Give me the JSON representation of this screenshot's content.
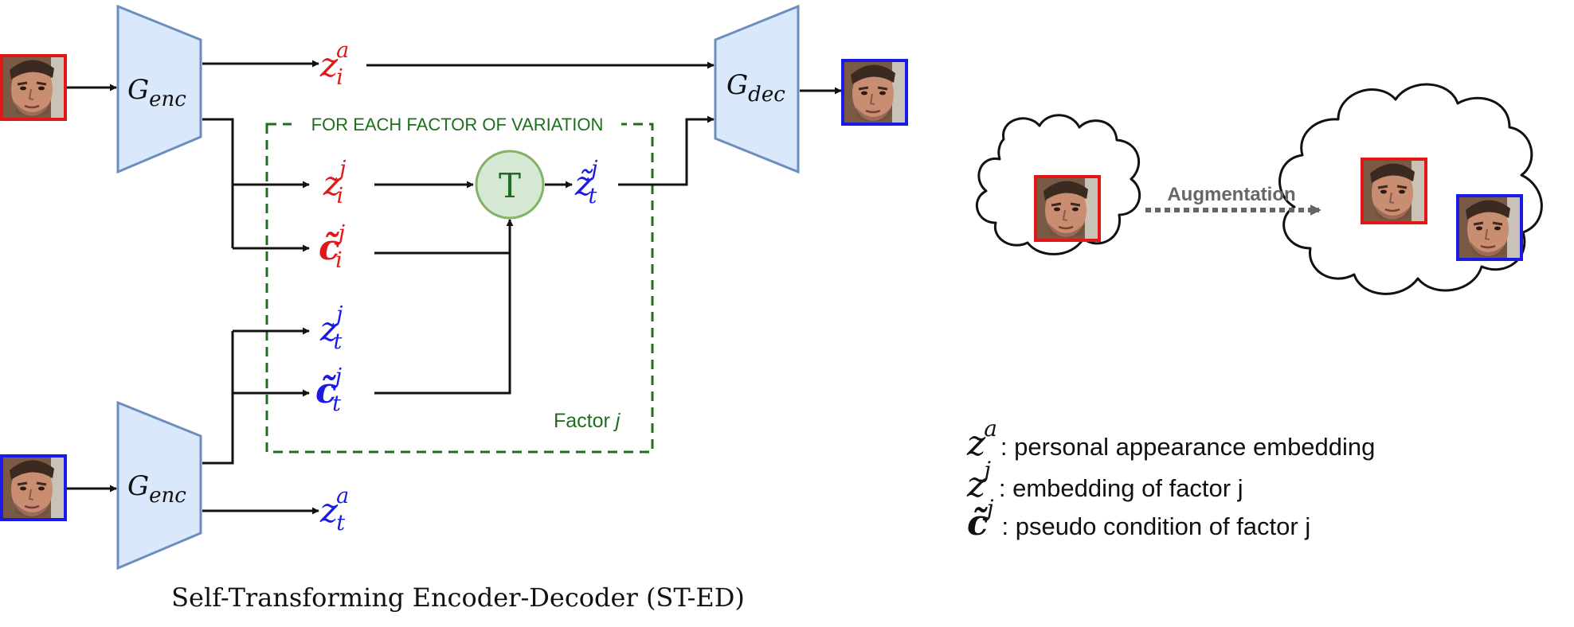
{
  "caption": "Self-Transforming Encoder-Decoder (ST-ED)",
  "encoder": {
    "base": "G",
    "sub": "enc"
  },
  "decoder": {
    "base": "G",
    "sub": "dec"
  },
  "transform": {
    "label": "T"
  },
  "factor_box": {
    "title": "FOR EACH FACTOR OF VARIATION",
    "footer_prefix": "Factor ",
    "footer_var": "j"
  },
  "embeddings": {
    "z_i_a": {
      "base": "z",
      "sub": "i",
      "sup": "a"
    },
    "z_i_j": {
      "base": "z",
      "sub": "i",
      "sup": "j"
    },
    "c_i_j": {
      "base": "c̃",
      "sub": "i",
      "sup": "j"
    },
    "z_t_j": {
      "base": "z",
      "sub": "t",
      "sup": "j"
    },
    "c_t_j": {
      "base": "c̃",
      "sub": "t",
      "sup": "j"
    },
    "z_t_tilde_j": {
      "base": "z̃",
      "sub": "t",
      "sup": "j"
    },
    "z_t_a": {
      "base": "z",
      "sub": "t",
      "sup": "a"
    }
  },
  "augmentation": {
    "label": "Augmentation"
  },
  "legend": [
    {
      "base": "z",
      "sup": "a",
      "text": ": personal appearance embedding"
    },
    {
      "base": "z",
      "sup": "j",
      "text": ": embedding of factor j"
    },
    {
      "base": "c̃",
      "sup": "j",
      "text": ": pseudo condition of factor j"
    }
  ],
  "colors": {
    "source_frame": "#e01818",
    "target_frame": "#1a1ae6",
    "box_fill": "#dae8fc",
    "box_stroke": "#6c8ebf",
    "factor_green": "#1e6e1e",
    "t_fill": "#d5e8d4",
    "t_stroke": "#82b366",
    "aug_arrow": "#666666"
  },
  "icons": [
    "face-photo-source",
    "face-photo-target",
    "face-photo-output",
    "cloud-shape"
  ]
}
